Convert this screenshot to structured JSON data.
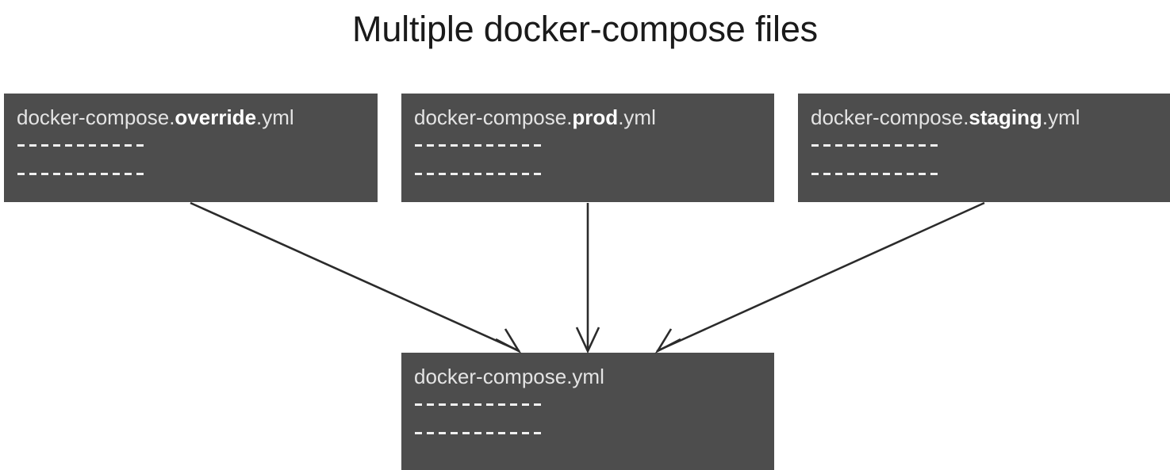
{
  "title": "Multiple docker-compose files",
  "colors": {
    "box_fill": "#4d4d4d",
    "text_regular": "#e4e4e4",
    "text_bold": "#ffffff",
    "arrow": "#2b2b2b",
    "background": "#ffffff",
    "title_text": "#1a1a1a"
  },
  "boxes": {
    "override": {
      "prefix": "docker-compose.",
      "emphasis": "override",
      "suffix": ".yml",
      "dash_line_1": "------------",
      "dash_line_2": "------------"
    },
    "prod": {
      "prefix": "docker-compose.",
      "emphasis": "prod",
      "suffix": ".yml",
      "dash_line_1": "------------",
      "dash_line_2": "------------"
    },
    "staging": {
      "prefix": "docker-compose.",
      "emphasis": "staging",
      "suffix": ".yml",
      "dash_line_1": "------------",
      "dash_line_2": "------------"
    },
    "base": {
      "prefix": "docker-compose.yml",
      "emphasis": "",
      "suffix": "",
      "dash_line_1": "------------",
      "dash_line_2": "------------"
    }
  },
  "arrows": [
    {
      "name": "override-to-base",
      "from": "override",
      "to": "base"
    },
    {
      "name": "prod-to-base",
      "from": "prod",
      "to": "base"
    },
    {
      "name": "staging-to-base",
      "from": "staging",
      "to": "base"
    }
  ]
}
